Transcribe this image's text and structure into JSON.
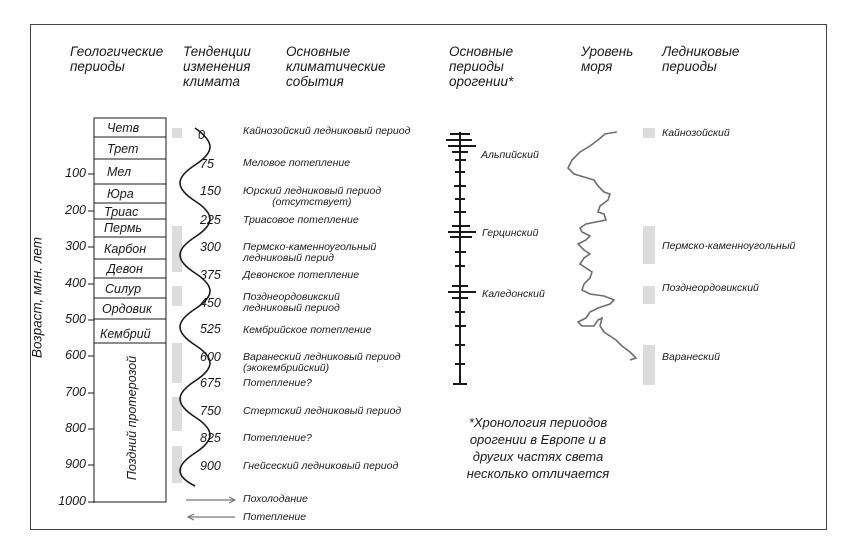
{
  "headers": {
    "geo": "Геологические\nпериоды",
    "trend": "Тенденции\nизменения\nклимата",
    "events": "Основные\nклиматические\nсобытия",
    "orogeny": "Основные\nпериоды\nорогении*",
    "sea": "Уровень\nморя",
    "glacial": "Ледниковые\nпериоды"
  },
  "axis": {
    "label": "Возраст, млн. лет",
    "ticks": [
      "100",
      "200",
      "300",
      "400",
      "500",
      "600",
      "700",
      "800",
      "900",
      "1000"
    ]
  },
  "periods": [
    "Четв",
    "Трет",
    "Мел",
    "Юра",
    "Триас",
    "Пермь",
    "Карбон",
    "Девон",
    "Силур",
    "Ордовик",
    "Кембрий"
  ],
  "proterozoic": "Поздний протерозой",
  "trend_numbers": [
    "0",
    "75",
    "150",
    "225",
    "300",
    "375",
    "450",
    "525",
    "600",
    "675",
    "750",
    "825",
    "900"
  ],
  "events": [
    "Кайнозойский ледниковый период",
    "Меловое потепление",
    "Юрский ледниковый период\n          (отсутствует)",
    "Триасовое потепление",
    "Пермско-каменноугольный\nледниковый перид",
    "Девонское потепление",
    "Позднеордовикский\nледниковый период",
    "Кембрийское потепление",
    "Варанеский ледниковый период\n(экокембрийский)",
    "Потепление?",
    "Стертский ледниковый период",
    "Потепление?",
    "Гнейсеский ледниковый период"
  ],
  "legend": {
    "cooling": "Похолодание",
    "warming": "Потепление"
  },
  "orogenies": [
    "Альпийский",
    "Герцинский",
    "Каледонский"
  ],
  "glacial_periods": [
    "Кайнозойский",
    "Пермско-каменноугольный",
    "Позднеордовикский",
    "Варанеский"
  ],
  "footnote": "*Хронология периодов\nорогении в Европе и в\nдругих частях света\nнесколько отличается",
  "colors": {
    "line": "#1a1a1a",
    "grey_bar": "#dcdcdc",
    "sea_line": "#6e6e6e",
    "arrow": "#777777"
  }
}
